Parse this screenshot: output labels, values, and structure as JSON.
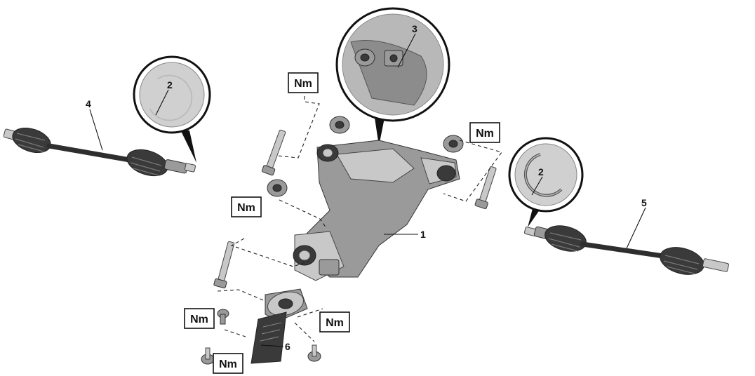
{
  "callouts": {
    "c1": "1",
    "c2a": "2",
    "c2b": "2",
    "c3": "3",
    "c4": "4",
    "c5": "5",
    "c6": "6"
  },
  "torque_labels": [
    "Nm",
    "Nm",
    "Nm",
    "Nm",
    "Nm",
    "Nm"
  ],
  "icons": {
    "torque_symbol": "Nm-box",
    "detail_magnifier": "circle-inset"
  }
}
